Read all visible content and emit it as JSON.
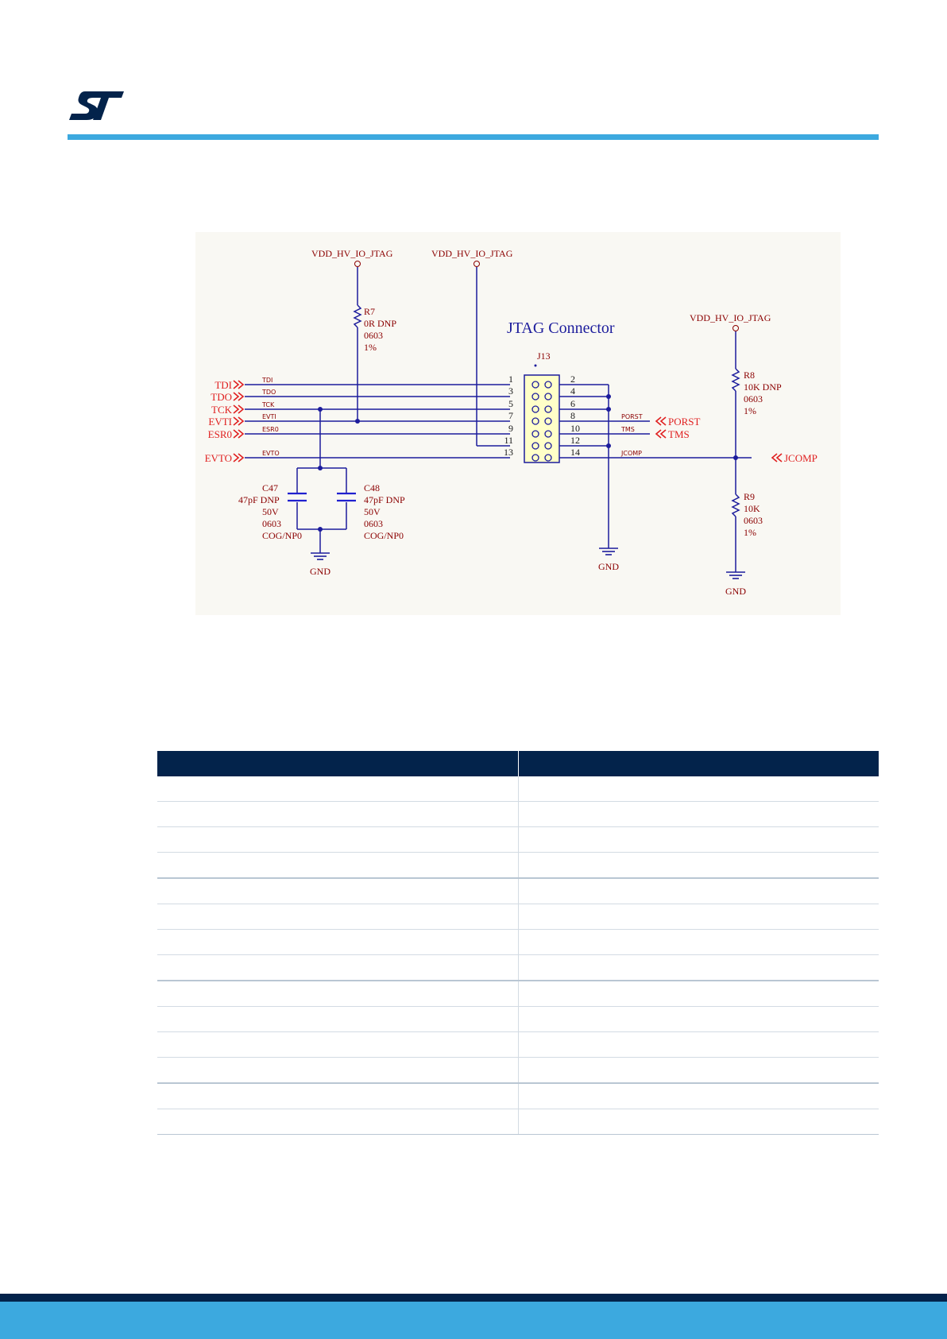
{
  "schematic": {
    "title": "JTAG Connector",
    "refdes": "J13",
    "power_labels": [
      "VDD_HV_IO_JTAG",
      "VDD_HV_IO_JTAG",
      "VDD_HV_IO_JTAG"
    ],
    "left_ports": [
      "TDI",
      "TDO",
      "TCK",
      "EVTI",
      "ESR0",
      "EVTO"
    ],
    "net_labels_left": [
      "TDI",
      "TDO",
      "TCK",
      "EVTI",
      "ESR0",
      "EVTO"
    ],
    "net_labels_right": [
      "PORST",
      "TMS",
      "JCOMP"
    ],
    "right_ports": [
      "PORST",
      "TMS",
      "JCOMP"
    ],
    "pins_left": [
      "1",
      "3",
      "5",
      "7",
      "9",
      "11",
      "13"
    ],
    "pins_right": [
      "2",
      "4",
      "6",
      "8",
      "10",
      "12",
      "14"
    ],
    "r7": {
      "ref": "R7",
      "value": "0R DNP",
      "package": "0603",
      "tolerance": "1%"
    },
    "r8": {
      "ref": "R8",
      "value": "10K DNP",
      "package": "0603",
      "tolerance": "1%"
    },
    "r9": {
      "ref": "R9",
      "value": "10K",
      "package": "0603",
      "tolerance": "1%"
    },
    "c47": {
      "ref": "C47",
      "value": "47pF DNP",
      "voltage": "50V",
      "package": "0603",
      "dielectric": "COG/NP0"
    },
    "c48": {
      "ref": "C48",
      "value": "47pF DNP",
      "voltage": "50V",
      "package": "0603",
      "dielectric": "COG/NP0"
    },
    "gnd_labels": [
      "GND",
      "GND",
      "GND"
    ],
    "colors": {
      "wire": "#1c1c9c",
      "label": "#8b0000",
      "port": "#e02020",
      "connector_fill": "#ffffc8",
      "cap": "#2020d0"
    }
  },
  "table": {
    "header_color": "#03234b",
    "row_count": 14
  },
  "brand": {
    "accent": "#3ca9df",
    "dark": "#03234b",
    "logo": "st-logo-icon"
  }
}
